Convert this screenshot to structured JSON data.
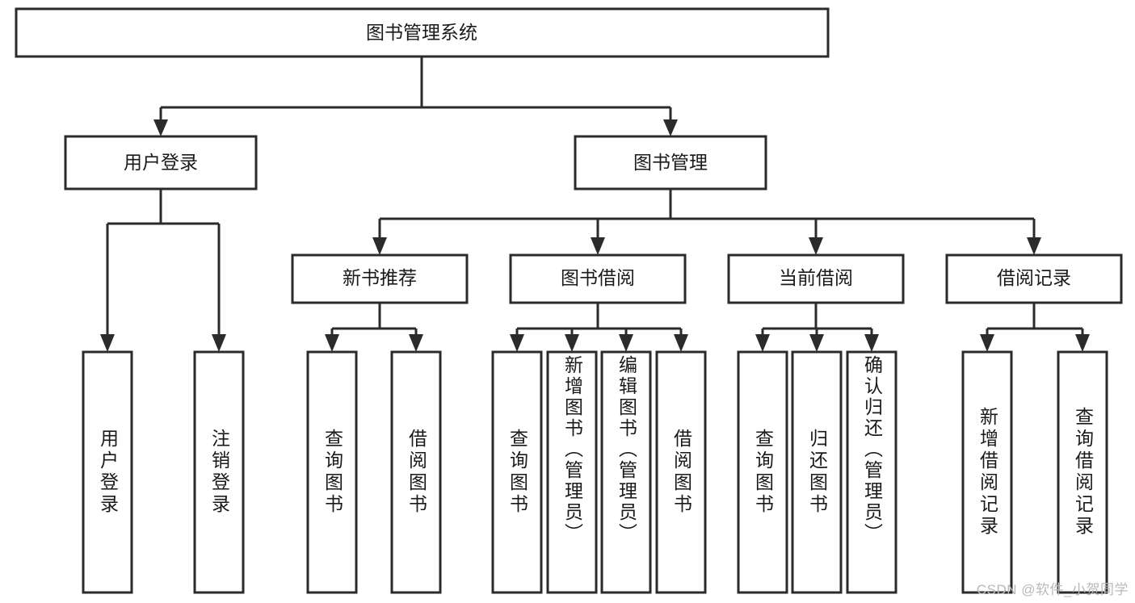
{
  "diagram": {
    "title": "图书管理系统",
    "type": "hierarchy-tree",
    "root": {
      "id": "root",
      "label": "图书管理系统"
    },
    "level2": [
      {
        "id": "user-login",
        "label": "用户登录"
      },
      {
        "id": "book-manage",
        "label": "图书管理"
      }
    ],
    "level3": [
      {
        "id": "new-book-recommend",
        "label": "新书推荐",
        "parent": "book-manage"
      },
      {
        "id": "book-borrow",
        "label": "图书借阅",
        "parent": "book-manage"
      },
      {
        "id": "current-borrow",
        "label": "当前借阅",
        "parent": "book-manage"
      },
      {
        "id": "borrow-record",
        "label": "借阅记录",
        "parent": "book-manage"
      }
    ],
    "leaves": [
      {
        "id": "leaf-user-login",
        "label": "用户登录",
        "parent": "user-login"
      },
      {
        "id": "leaf-logout-login",
        "label": "注销登录",
        "parent": "user-login"
      },
      {
        "id": "leaf-query-book-1",
        "label": "查询图书",
        "parent": "new-book-recommend"
      },
      {
        "id": "leaf-borrow-book-1",
        "label": "借阅图书",
        "parent": "new-book-recommend"
      },
      {
        "id": "leaf-query-book-2",
        "label": "查询图书",
        "parent": "book-borrow"
      },
      {
        "id": "leaf-add-book",
        "label": "新增图书（管理员）",
        "parent": "book-borrow"
      },
      {
        "id": "leaf-edit-book",
        "label": "编辑图书（管理员）",
        "parent": "book-borrow"
      },
      {
        "id": "leaf-borrow-book-2",
        "label": "借阅图书",
        "parent": "book-borrow"
      },
      {
        "id": "leaf-query-book-3",
        "label": "查询图书",
        "parent": "current-borrow"
      },
      {
        "id": "leaf-return-book",
        "label": "归还图书",
        "parent": "current-borrow"
      },
      {
        "id": "leaf-confirm-return",
        "label": "确认归还（管理员）",
        "parent": "current-borrow"
      },
      {
        "id": "leaf-add-record",
        "label": "新增借阅记录",
        "parent": "borrow-record"
      },
      {
        "id": "leaf-query-record",
        "label": "查询借阅记录",
        "parent": "borrow-record"
      }
    ]
  },
  "colors": {
    "stroke": "#2b2b2b",
    "fill": "#ffffff",
    "text": "#1a1a1a",
    "watermark": "#b9b9b9"
  },
  "watermark": {
    "text": "CSDN @软件_小贺同学"
  }
}
